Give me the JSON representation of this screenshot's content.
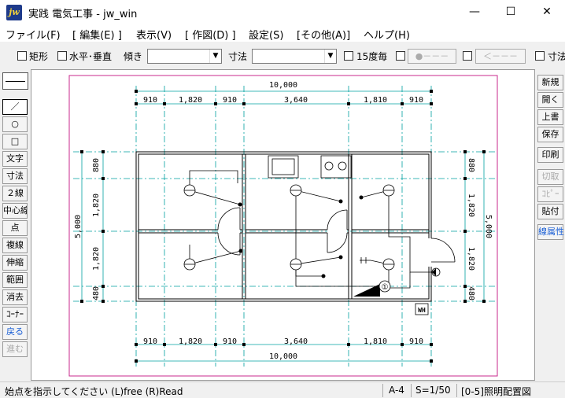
{
  "window": {
    "title": "実践 電気工事 - jw_win",
    "icon": "jw",
    "minimize_icon": "—",
    "maximize_icon": "☐",
    "close_icon": "✕"
  },
  "menu": [
    "ファイル(F)",
    "[ 編集(E) ]",
    "表示(V)",
    "[ 作図(D) ]",
    "設定(S)",
    "[その他(A)]",
    "ヘルプ(H)"
  ],
  "toolbar": {
    "rect_label": "矩形",
    "hv_label": "水平･垂直",
    "tilt_label": "傾き",
    "dim_label": "寸法",
    "deg15_label": "15度毎",
    "btn_dot": "●－－－",
    "btn_arrow": "＜－－－",
    "dim_label2": "寸法"
  },
  "left_tools": [
    "／",
    "○",
    "□",
    "文字",
    "寸法",
    "２線",
    "中心線",
    "点",
    "複線",
    "伸縮",
    "範囲",
    "消去",
    "ｺｰﾅｰ",
    "戻る",
    "進む"
  ],
  "right_tools": [
    "新規",
    "開く",
    "上書",
    "保存",
    "印刷",
    "切取",
    "ｺﾋﾟｰ",
    "貼付",
    "線属性"
  ],
  "drawing": {
    "overall_width": "10,000",
    "overall_height": "5,000",
    "top_dims": [
      "910",
      "1,820",
      "910",
      "3,640",
      "1,810",
      "910"
    ],
    "bottom_dims": [
      "910",
      "1,820",
      "910",
      "3,640",
      "1,810",
      "910"
    ],
    "left_dims": [
      "880",
      "1,820",
      "1,820",
      "480"
    ],
    "right_dims": [
      "880",
      "1,820",
      "1,820",
      "480"
    ],
    "marker": "①",
    "panel_label": "WH"
  },
  "status": {
    "message": "始点を指示してください (L)free (R)Read",
    "paper": "A-4",
    "scale": "S=1/50",
    "layer": "[0-5]照明配置図"
  }
}
